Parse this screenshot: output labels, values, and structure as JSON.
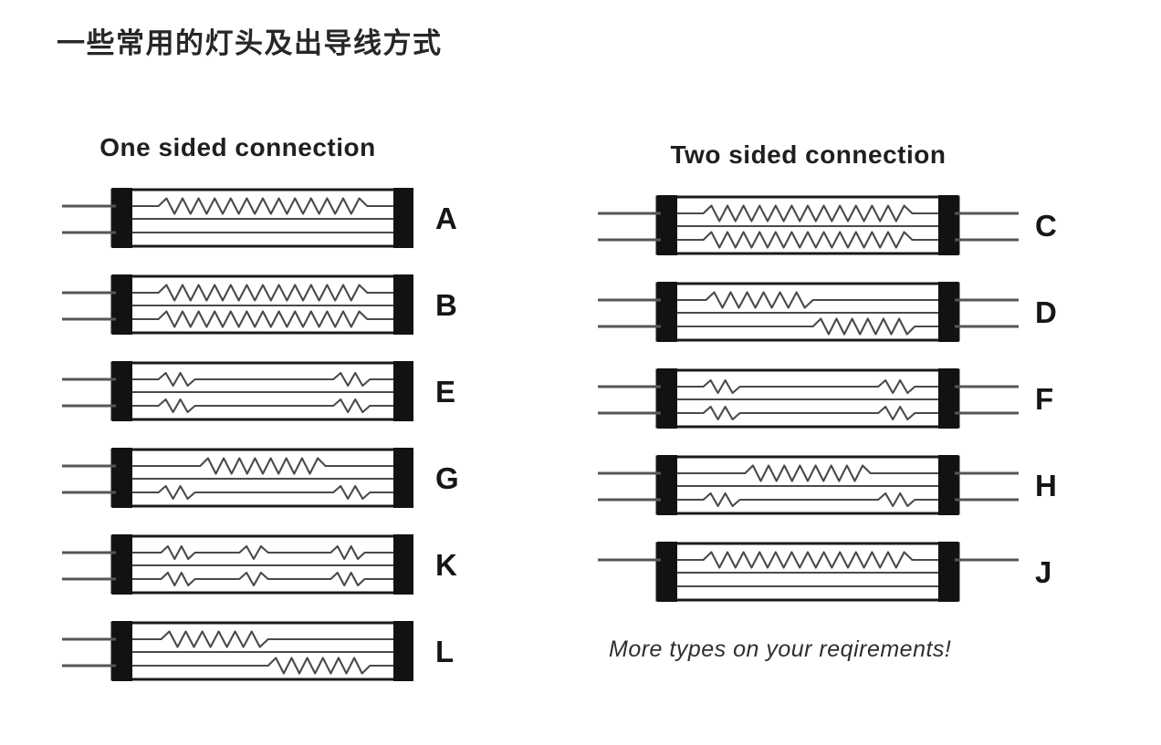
{
  "page": {
    "title": "一些常用的灯头及出导线方式"
  },
  "colors": {
    "ink": "#1a1a1a",
    "cap": "#121212",
    "wire": "#4a4a4a",
    "lead": "#565656",
    "title": "#272727"
  },
  "columns": [
    {
      "id": "one-sided",
      "heading": "One sided connection",
      "lamps": [
        {
          "label": "A",
          "leads": "left-double",
          "rows": [
            "zigzag-full",
            "straight",
            "straight"
          ]
        },
        {
          "label": "B",
          "leads": "left-double",
          "rows": [
            "zigzag-full",
            "straight",
            "zigzag-full"
          ]
        },
        {
          "label": "E",
          "leads": "left-double",
          "rows": [
            "zigzag-ends",
            "straight",
            "zigzag-ends"
          ]
        },
        {
          "label": "G",
          "leads": "left-double",
          "rows": [
            "zigzag-center",
            "straight",
            "zigzag-ends"
          ]
        },
        {
          "label": "K",
          "leads": "left-double",
          "rows": [
            "zigzag-triple",
            "straight",
            "zigzag-triple"
          ]
        },
        {
          "label": "L",
          "leads": "left-double",
          "rows": [
            "zigzag-left",
            "straight",
            "zigzag-right"
          ]
        }
      ]
    },
    {
      "id": "two-sided",
      "heading": "Two sided connection",
      "lamps": [
        {
          "label": "C",
          "leads": "both-double",
          "rows": [
            "zigzag-full",
            "straight",
            "zigzag-full"
          ]
        },
        {
          "label": "D",
          "leads": "both-double",
          "rows": [
            "zigzag-left",
            "straight",
            "zigzag-right"
          ]
        },
        {
          "label": "F",
          "leads": "both-double",
          "rows": [
            "zigzag-ends",
            "straight",
            "zigzag-ends"
          ]
        },
        {
          "label": "H",
          "leads": "both-double",
          "rows": [
            "zigzag-center",
            "straight",
            "zigzag-ends"
          ]
        },
        {
          "label": "J",
          "leads": "both-single",
          "rows": [
            "zigzag-full",
            "straight",
            "straight"
          ]
        }
      ],
      "footnote": "More types on your reqirements!"
    }
  ]
}
